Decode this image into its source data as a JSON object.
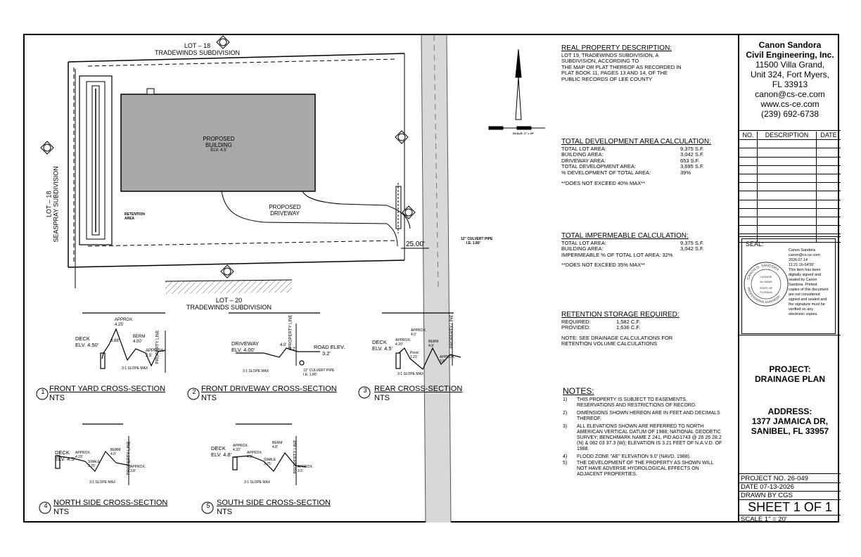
{
  "plan": {
    "lot18_top": "LOT – 18",
    "tradewinds_top": "TRADEWINDS SUBDIVISION",
    "lot18_left": "LOT – 18",
    "seaspray_left": "SEASPRAY SUBDIVISION",
    "lot20": "LOT – 20",
    "tradewinds_bottom": "TRADEWINDS SUBDIVISION",
    "building_l1": "PROPOSED",
    "building_l2": "BUILDING",
    "building_elv": "ELV. 4.5'",
    "driveway_l1": "PROPOSED",
    "driveway_l2": "DRIVEWAY",
    "retention_l1": "RETENTION",
    "retention_l2": "AREA",
    "dim_2500": "25.00'",
    "culvert_l1": "12\" CULVERT PIPE",
    "culvert_l2": "I.E. 1.80'",
    "scale_note": "SCALE: 1\" = 20'"
  },
  "real_property": {
    "heading": "REAL PROPERTY DESCRIPTION:",
    "lines": [
      "LOT 19, TRADEWINDS SUBDIVISION, A",
      "SUBDIVISION, ACCORDING TO",
      "THE MAP OR PLAT THEREOF AS RECORDED IN",
      "PLAT BOOK 11, PAGES 13 AND 14, OF THE",
      "PUBLIC RECORDS OF LEE COUNTY"
    ]
  },
  "dev_area": {
    "heading": "TOTAL DEVELOPMENT AREA CALCULATION:",
    "rows": [
      {
        "label": "TOTAL LOT AREA:",
        "value": "9,375 S.F."
      },
      {
        "label": "BUILDING AREA:",
        "value": "3,042 S.F."
      },
      {
        "label": "DRIVEWAY AREA:",
        "value": "653 S.F."
      },
      {
        "label": "TOTAL DEVELOPMENT AREA:",
        "value": "3,695 S.F."
      },
      {
        "label": "% DEVELOPMENT OF TOTAL AREA:",
        "value": "39%"
      }
    ],
    "note": "**DOES NOT EXCEED 40% MAX**"
  },
  "impermeable": {
    "heading": "TOTAL IMPERMEABLE CALCULATION:",
    "rows": [
      {
        "label": "TOTAL LOT AREA:",
        "value": "9,375 S.F."
      },
      {
        "label": "BUILDING AREA:",
        "value": "3,042 S.F."
      },
      {
        "label": "IMPERMEABLE % OF TOTAL LOT AREA:",
        "value": "32%"
      }
    ],
    "note": "**DOES NOT EXCEED 35% MAX**"
  },
  "retention": {
    "heading": "RETENTION STORAGE REQUIRED:",
    "rows": [
      {
        "label": "REQUIRED:",
        "value": "1,582 C.F."
      },
      {
        "label": "PROVIDED:",
        "value": "1,636 C.F."
      }
    ],
    "note_l1": "NOTE: SEE DRAINAGE CALCULATIONS FOR",
    "note_l2": "RETENTION VOLUME CALCULATIONS"
  },
  "notes": {
    "heading": "NOTES:",
    "items": [
      {
        "num": "1)",
        "text": "THIS PROPERTY IS SUBJECT TO EASEMENTS, RESERVATIONS AND RESTRICTIONS OF RECORD."
      },
      {
        "num": "2)",
        "text": "DIMENSIONS SHOWN HEREON ARE IN FEET AND DECIMALS THEREOF."
      },
      {
        "num": "3)",
        "text": "ALL ELEVATIONS SHOWN ARE REFERRED TO NORTH AMERICAN VERTICAL DATUM OF 1988; NATIONAL GEODETIC SURVEY; BENCHMARK NAME Z 241, PID AG1743 @ 26 26 28.2 (N) & 082 03 37.3 (W); ELEVATION IS 3.21 FEET OF N.A.V.D. OF 1988."
      },
      {
        "num": "4)",
        "text": "FLOOD ZONE \"AE\" ELEVATION 9.0' (NAVD. 1988)."
      },
      {
        "num": "5)",
        "text": "THE DEVELOPMENT OF THE PROPERTY AS SHOWN WILL NOT HAVE ADVERSE HYDROLOGICAL EFFECTS ON ADJACENT PROPERTIES."
      }
    ]
  },
  "sections": [
    {
      "num": "1",
      "title": "FRONT YARD CROSS-SECTION",
      "sub": "NTS"
    },
    {
      "num": "2",
      "title": "FRONT DRIVEWAY CROSS-SECTION",
      "sub": "NTS"
    },
    {
      "num": "3",
      "title": "REAR CROSS-SECTION",
      "sub": "NTS"
    },
    {
      "num": "4",
      "title": "NORTH SIDE CROSS-SECTION",
      "sub": "NTS"
    },
    {
      "num": "5",
      "title": "SOUTH SIDE CROSS-SECTION",
      "sub": "NTS"
    }
  ],
  "xs_labels": {
    "deck_elv": "DECK",
    "deck_elv_val": "ELV. 4.50'",
    "deck_elv_45": "ELV. 4.5'",
    "deck_elv_48": "ELV. 4.8'",
    "approx": "APPROX.",
    "berm": "BERM",
    "swale": "SWALE",
    "slope": "3:1 SLOPE MAX",
    "property_line": "PROPERTY LINE",
    "driveway": "DRIVEWAY",
    "driveway_elv": "ELV. 4.00'",
    "road_elv": "ROAD ELEV.",
    "road_elv_val": "3.2'",
    "culvert": "12\" CULVERT PIPE",
    "culvert_ie": "I.E. 1.80'",
    "pond": "Pond",
    "v425": "4.25'",
    "v388": "3.88'",
    "v400": "4.00'",
    "v25": "2.5'",
    "v32": "3.2'",
    "v40": "4.0'",
    "v49": "4.9'",
    "v121": "1.21'",
    "v35": "3.5'",
    "v375": "3.75'",
    "v38": "3.8'",
    "v48": "4.8'",
    "v429": "4.29'",
    "v420": "4.20'",
    "v48b": "4.8'"
  },
  "title_block": {
    "firm_l1": "Canon Sandora",
    "firm_l2": "Civil Engineering, Inc.",
    "addr_l1": "11500 Villa Grand,",
    "addr_l2": "Unit 324, Fort Myers,",
    "addr_l3": "FL 33913",
    "email": "canon@cs-ce.com",
    "web": "www.cs-ce.com",
    "phone": "(239) 692-6738",
    "rev_headers": [
      "NO.",
      "DESCRIPTION",
      "DATE"
    ],
    "seal_label": "SEAL:",
    "seal_text": [
      "Canon Sandora",
      "canon@cs-ce.com",
      "2026.07.14",
      "11:21:16-04'00'",
      "This item has been",
      "digitally signed and",
      "sealed by Canon",
      "Sandora. Printed",
      "copies of this document",
      "are not considered",
      "signed and sealed and",
      "the signature must be",
      "verified on any",
      "electronic copies."
    ],
    "seal_ring_top": "CANON G. SANDORA",
    "seal_ring_bottom": "PROFESSIONAL ENGINEER",
    "seal_license": "LICENSE",
    "seal_no": "No 98383",
    "seal_state": "STATE OF",
    "seal_florida": "FLORIDA",
    "project_l1": "PROJECT:",
    "project_l2": "DRAINAGE PLAN",
    "address_l1": "ADDRESS:",
    "address_l2": "1377 JAMAICA DR,",
    "address_l3": "SANIBEL, FL 33957",
    "project_no": "PROJECT NO. 26-049",
    "date": "DATE 07-13-2026",
    "drawn_by": "DRAWN BY CGS",
    "sheet": "SHEET 1 OF 1",
    "scale": "SCALE 1\" = 20'"
  },
  "colors": {
    "building_fill": "#a9a9a9",
    "road_fill": "#d8d8d8",
    "line": "#000000"
  }
}
